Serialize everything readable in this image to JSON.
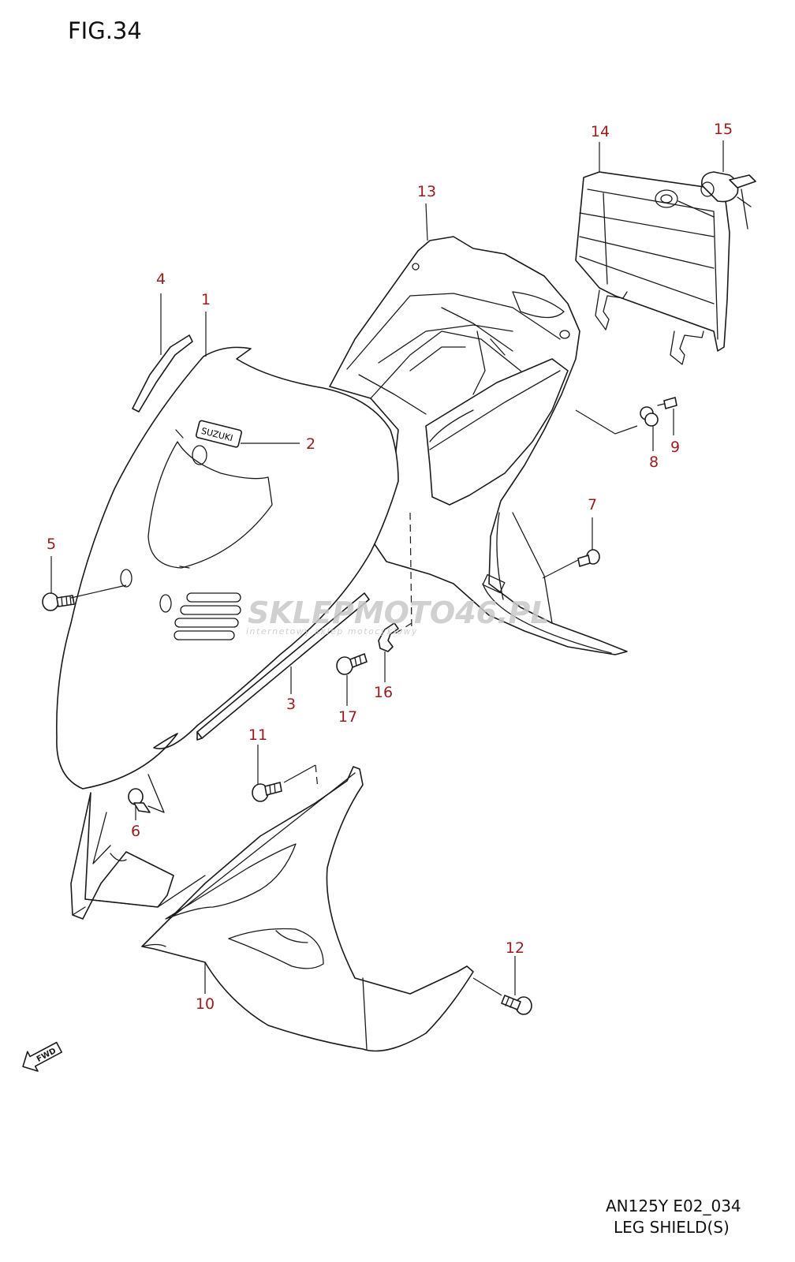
{
  "figure": {
    "title": "FIG.34"
  },
  "footer": {
    "model_code": "AN125Y E02_034",
    "section_name": "LEG SHIELD(S)"
  },
  "emblem": {
    "text": "SUZUKI"
  },
  "watermark": {
    "main": "SKLEPMOTO46.PL",
    "sub": "internetowy sklep motocyklowy"
  },
  "direction": {
    "label": "FWD"
  },
  "colors": {
    "callout": "#9b1c1c",
    "line": "#1a1a1a",
    "watermark": "#c8c8c8"
  },
  "callouts": {
    "c1": "1",
    "c2": "2",
    "c3": "3",
    "c4": "4",
    "c5": "5",
    "c6": "6",
    "c7": "7",
    "c8": "8",
    "c9": "9",
    "c10": "10",
    "c11": "11",
    "c12": "12",
    "c13": "13",
    "c14": "14",
    "c15": "15",
    "c16": "16",
    "c17": "17"
  }
}
